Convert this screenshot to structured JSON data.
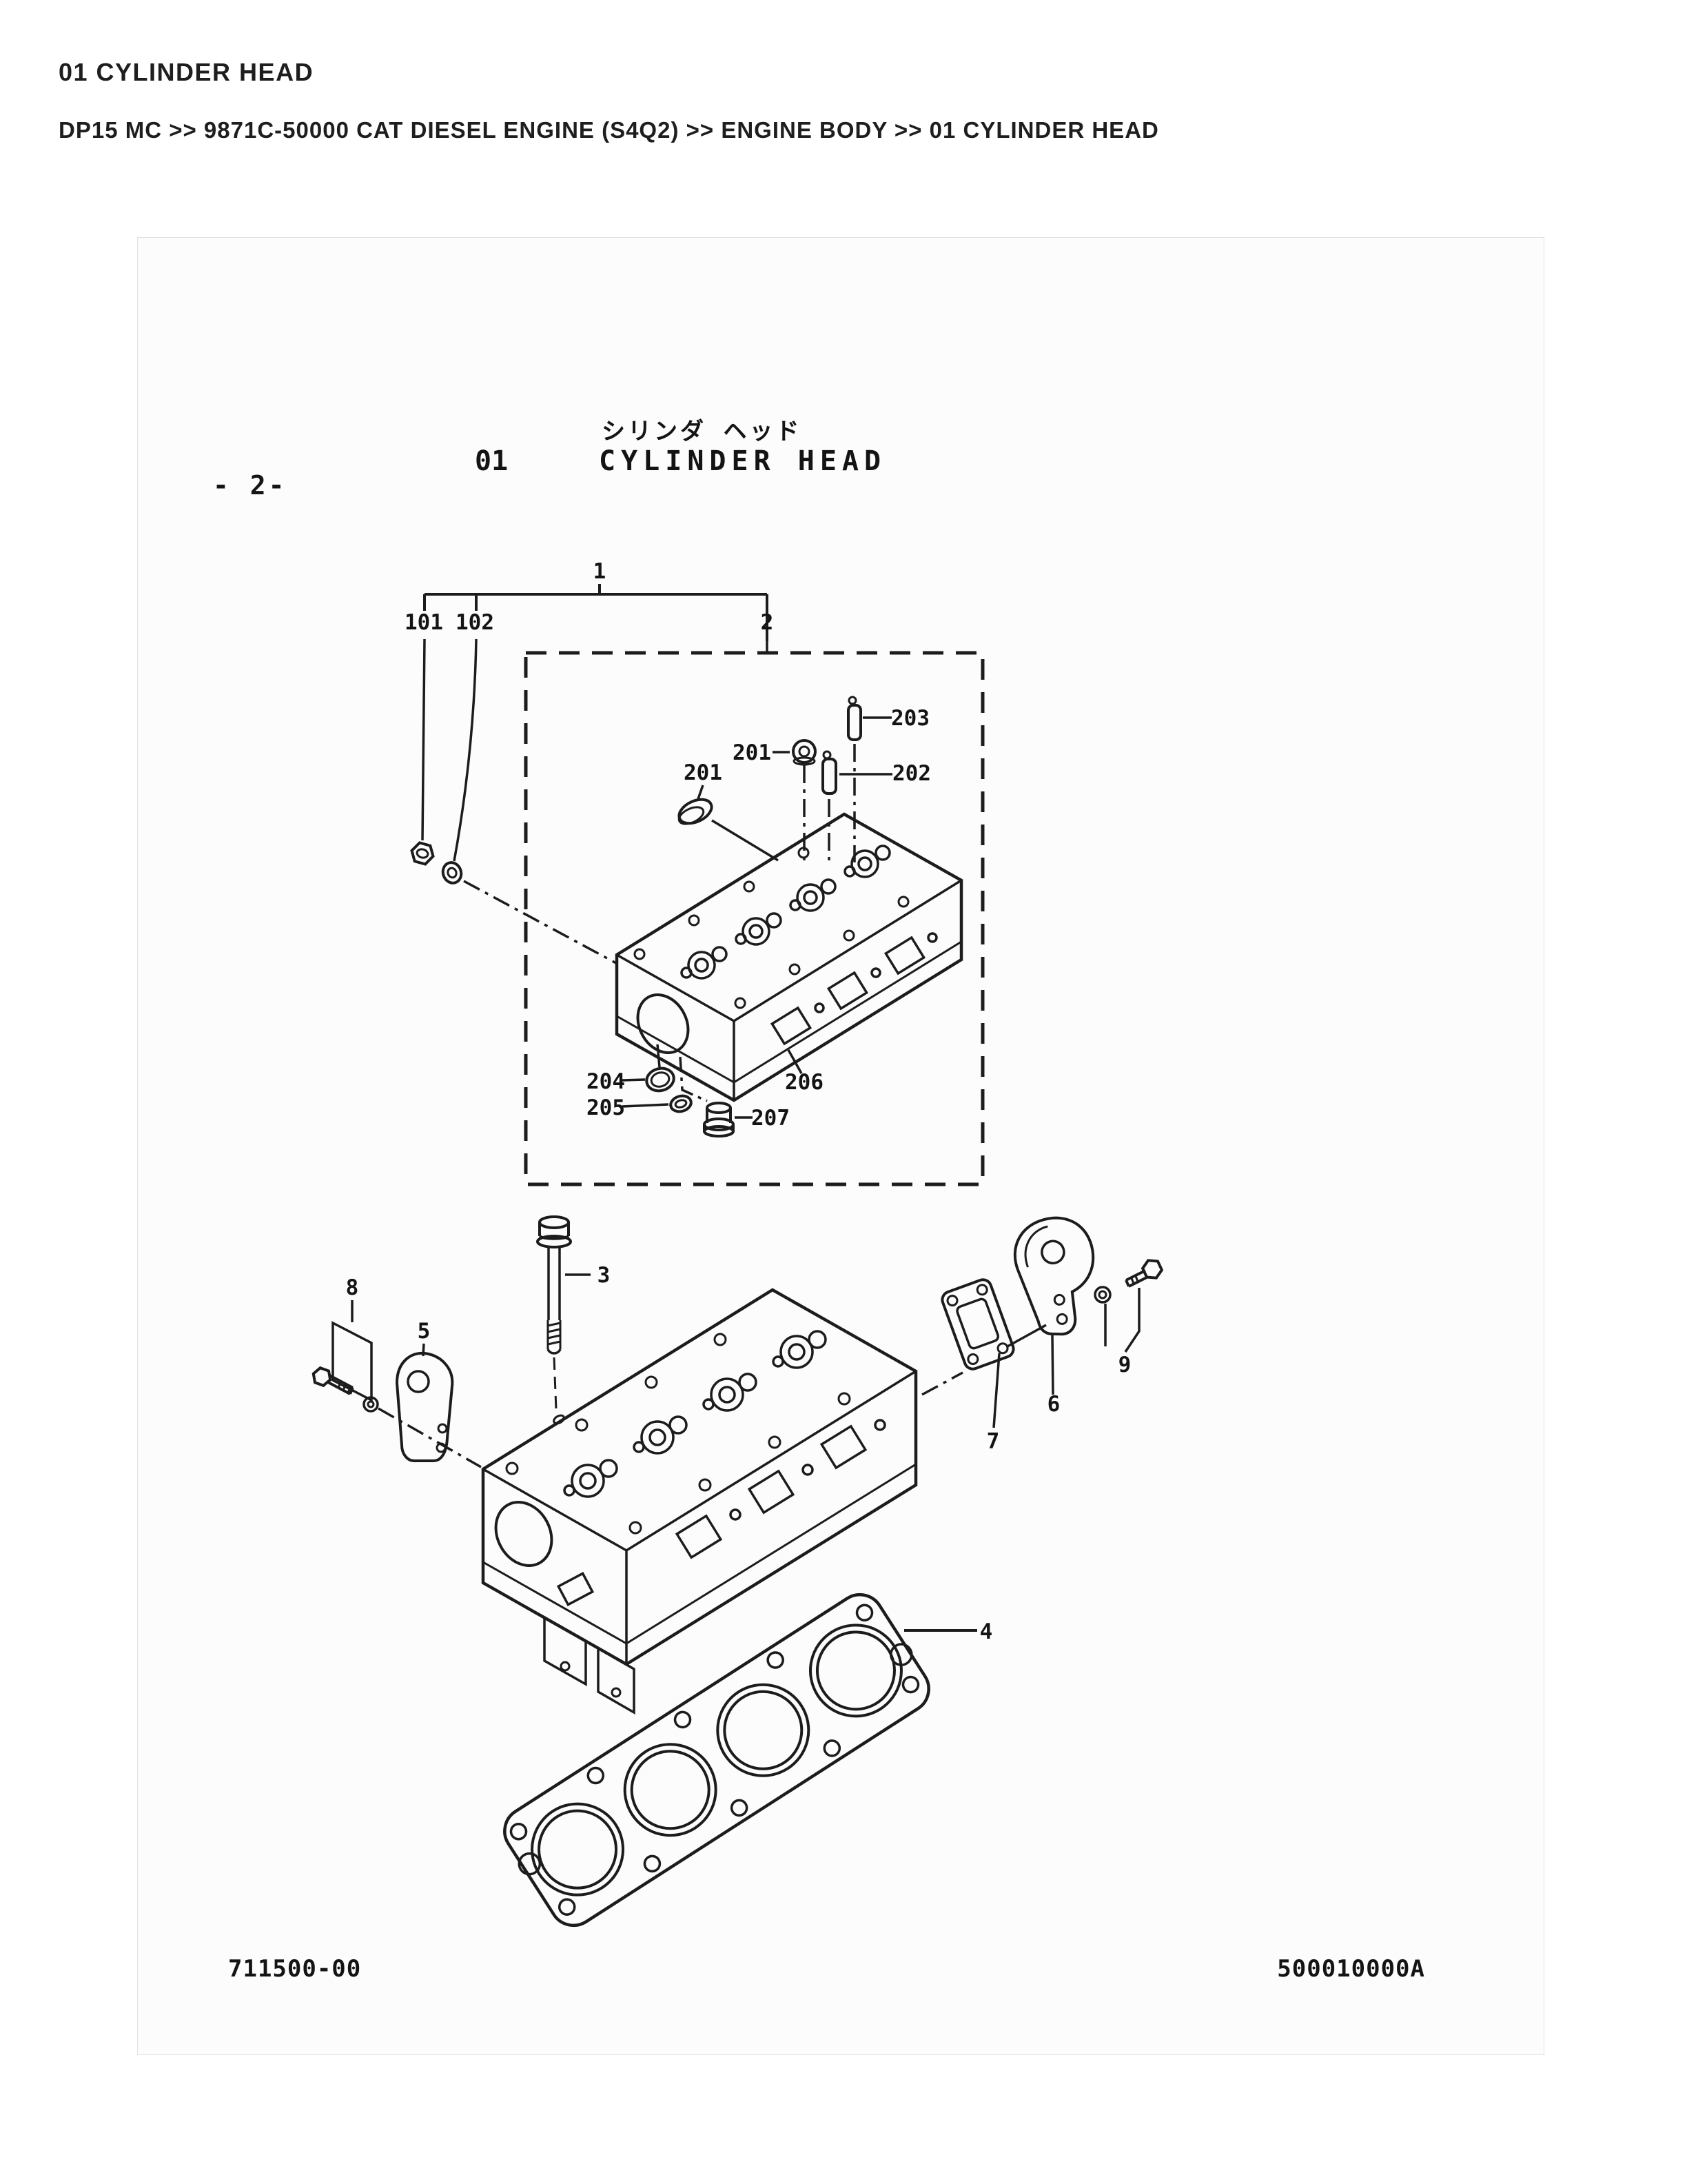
{
  "page": {
    "title": "01 CYLINDER HEAD",
    "breadcrumb": "DP15 MC >> 9871C-50000 CAT DIESEL ENGINE (S4Q2) >> ENGINE BODY >> 01 CYLINDER HEAD"
  },
  "figure": {
    "section_number": "01",
    "title_jp": "シリンダ ヘッド",
    "title_en": "CYLINDER HEAD",
    "page_marker": "- 2-"
  },
  "callouts": {
    "n1": "1",
    "n2": "2",
    "n3": "3",
    "n4": "4",
    "n5": "5",
    "n6": "6",
    "n7": "7",
    "n8": "8",
    "n9": "9",
    "n101": "101",
    "n102": "102",
    "n201a": "201",
    "n201b": "201",
    "n202": "202",
    "n203": "203",
    "n204": "204",
    "n205": "205",
    "n206": "206",
    "n207": "207"
  },
  "footer": {
    "left": "711500-00",
    "right": "500010000A"
  }
}
